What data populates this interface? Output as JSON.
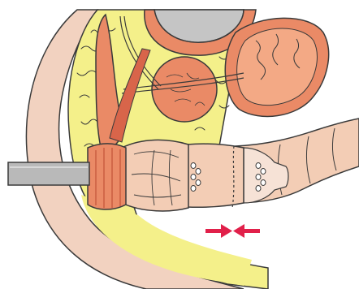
{
  "figure": {
    "colors": {
      "background": "#ffffff",
      "outline": "#3a3a3a",
      "skin": "#f2d2c0",
      "fat": "#f4f08a",
      "muscle": "#ea8a66",
      "muscle_dark": "#d8654a",
      "organ_gray": "#c5c5c5",
      "colon": "#f3cdb5",
      "colon_shade": "#e8b79f",
      "instrument": "#b9b9b9",
      "arrow": "#e1204a"
    },
    "parts": [
      "pelvic-skin-layer",
      "perirectal-fat",
      "bladder",
      "prostate",
      "seminal-vesicle",
      "rectal-wall",
      "anal-sphincter",
      "colon-segment",
      "anastomosis-staple-line",
      "stapler-shaft",
      "compression-arrows"
    ]
  }
}
